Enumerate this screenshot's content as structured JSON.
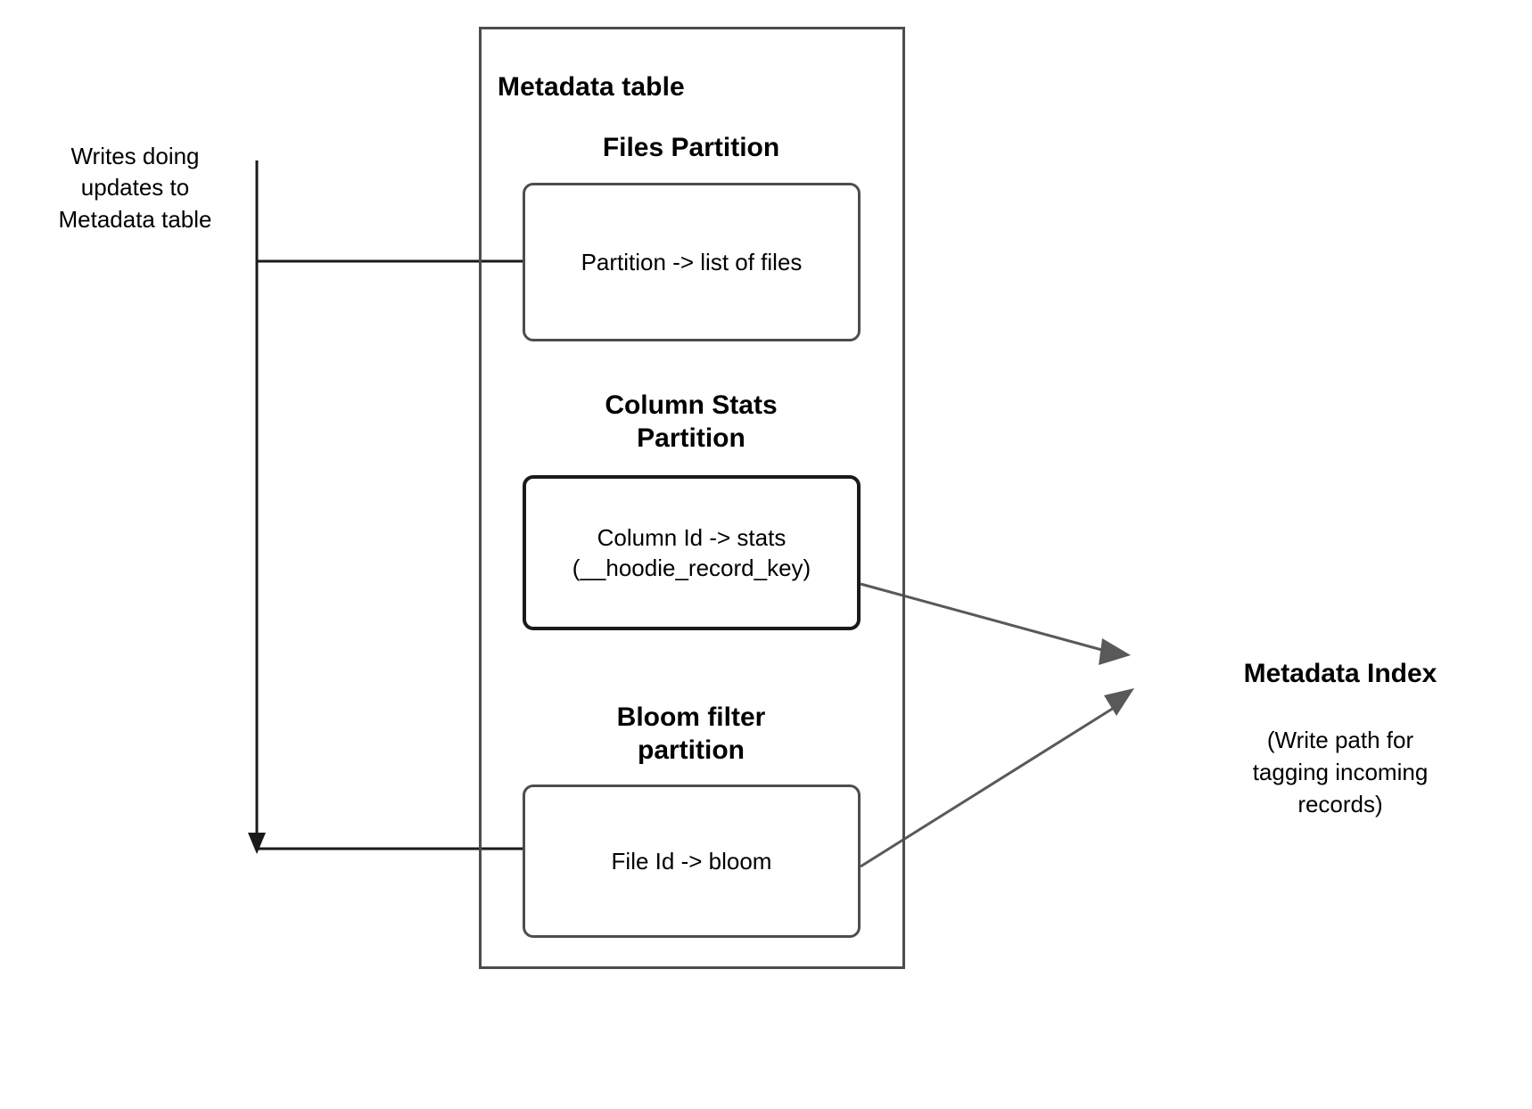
{
  "diagram": {
    "title": "Metadata table",
    "left_annotation": "Writes doing\nupdates to\nMetadata table",
    "outer_container_label": "Metadata table",
    "partitions": [
      {
        "heading": "Files Partition",
        "box_text": "Partition -> list of files"
      },
      {
        "heading": "Column Stats\nPartition",
        "box_text": "Column Id  -> stats\n(__hoodie_record_key)"
      },
      {
        "heading": "Bloom filter\npartition",
        "box_text": "File Id -> bloom"
      }
    ],
    "right_target": {
      "title": "Metadata Index",
      "note": "(Write path for\ntagging incoming\nrecords)"
    },
    "colors": {
      "stroke": "#4d4d4d",
      "stroke_dark": "#1a1a1a",
      "arrow_fill": "#595959",
      "text": "#000000",
      "background": "#ffffff"
    }
  }
}
